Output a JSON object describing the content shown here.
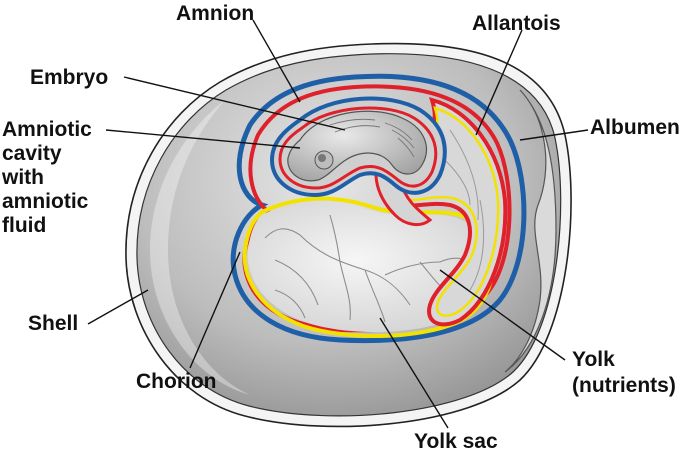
{
  "labels": {
    "amnion": "Amnion",
    "allantois": "Allantois",
    "embryo": "Embryo",
    "albumen": "Albumen",
    "amniotic_cavity": [
      "Amniotic",
      "cavity",
      "with",
      "amniotic",
      "fluid"
    ],
    "shell": "Shell",
    "chorion": "Chorion",
    "yolk": [
      "Yolk",
      "(nutrients)"
    ],
    "yolk_sac": "Yolk sac"
  },
  "colors": {
    "chorion": "#1f5fa8",
    "amnion": "#e0202a",
    "yolk_sac": "#f2e200",
    "albumen": "#a9a9a9",
    "shell": "#ececec",
    "yolk": "#e4e4e4"
  }
}
